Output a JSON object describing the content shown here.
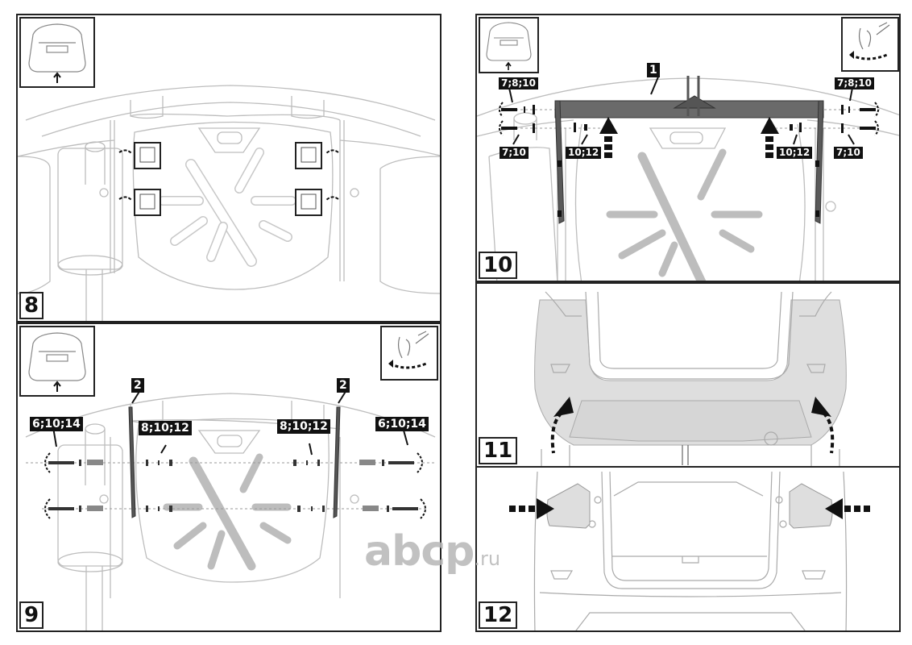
{
  "document": {
    "type": "installation-instructions",
    "subject": "rear tow bar / bumper reinforcement installation"
  },
  "panels": [
    {
      "step": "8",
      "labels": []
    },
    {
      "step": "9",
      "labels": [
        "2",
        "2",
        "6;10;14",
        "8;10;12",
        "8;10;12",
        "6;10;14"
      ]
    },
    {
      "step": "10",
      "labels": [
        "1",
        "7;8;10",
        "7;10",
        "10;12",
        "10;12",
        "7;8;10",
        "7;10"
      ]
    },
    {
      "step": "11",
      "labels": []
    },
    {
      "step": "12",
      "labels": []
    }
  ],
  "watermark": {
    "main": "abcp",
    "tld": ".ru"
  },
  "colors": {
    "line": "#b9b9b9",
    "ink": "#111111",
    "part": "#6a6a6a",
    "bumper": "#dedede"
  }
}
